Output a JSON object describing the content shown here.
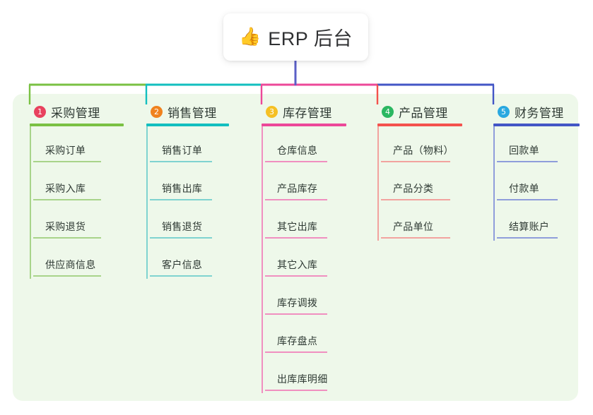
{
  "diagram": {
    "type": "mind-map",
    "root": {
      "icon": "thumbs-up-emoji",
      "icon_glyph": "👍",
      "title": "ERP 后台"
    },
    "stem_color": "#5b5fc7",
    "panel_color": "#eef8ea",
    "branches": [
      {
        "index": "1",
        "title": "采购管理",
        "badge_color": "#e8425e",
        "line_color": "#7ac143",
        "line_color_soft": "#a8d48a",
        "items": [
          "采购订单",
          "采购入库",
          "采购退货",
          "供应商信息"
        ]
      },
      {
        "index": "2",
        "title": "销售管理",
        "badge_color": "#f0821e",
        "line_color": "#12bfbf",
        "line_color_soft": "#7fd3d0",
        "items": [
          "销售订单",
          "销售出库",
          "销售退货",
          "客户信息"
        ]
      },
      {
        "index": "3",
        "title": "库存管理",
        "badge_color": "#f5c024",
        "line_color": "#ec4899",
        "line_color_soft": "#f08fc0",
        "items": [
          "仓库信息",
          "产品库存",
          "其它出库",
          "其它入库",
          "库存调拨",
          "库存盘点",
          "出库库明细"
        ]
      },
      {
        "index": "4",
        "title": "产品管理",
        "badge_color": "#2bb761",
        "line_color": "#f4524d",
        "line_color_soft": "#f2a39f",
        "items": [
          "产品（物料）",
          "产品分类",
          "产品单位"
        ]
      },
      {
        "index": "5",
        "title": "财务管理",
        "badge_color": "#29a8e0",
        "line_color": "#4356c6",
        "line_color_soft": "#8f9ddb",
        "items": [
          "回款单",
          "付款单",
          "结算账户"
        ]
      }
    ]
  }
}
